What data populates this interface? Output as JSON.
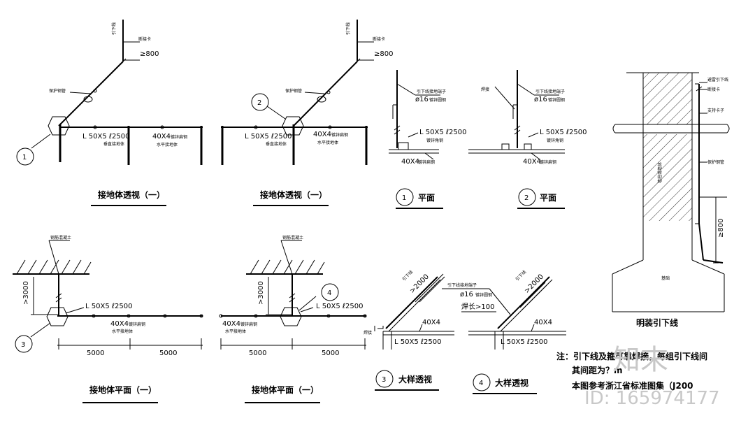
{
  "views": {
    "persp1": {
      "title": "接地体透视（一）",
      "num": "1",
      "gt800": "≥800",
      "angle": "L 50X5 ℓ2500",
      "flat": "40X4"
    },
    "persp2": {
      "title": "接地体透视（一）",
      "num": "2",
      "gt800": "≥800",
      "angle": "L 50X5 ℓ2500",
      "flat": "40X4"
    },
    "plan1": {
      "title": "平面",
      "num": "1",
      "phi": "ø16",
      "angle": "L 50X5 ℓ2500",
      "flat": "40X4"
    },
    "plan2": {
      "title": "平面",
      "num": "2",
      "phi": "ø16",
      "angle": "L 50X5 ℓ2500",
      "flat": "40X4"
    },
    "floor1": {
      "title": "接地体平面（一）",
      "num": "3",
      "dim_vert": ">3000",
      "angle": "L 50X5 ℓ2500",
      "flat": "40X4",
      "dim1": "5000",
      "dim2": "5000"
    },
    "floor2": {
      "title": "接地体平面（一）",
      "num": "4",
      "dim_vert": ">3000",
      "angle": "L 50X5 ℓ2500",
      "flat": "40X4",
      "dim1": "5000",
      "dim2": "5000"
    },
    "detail3": {
      "title": "大样透视",
      "num": "3",
      "gt2000": ">2000",
      "flat": "40X4",
      "angle": "L 50X5 ℓ2500"
    },
    "detail4": {
      "title": "大样透视",
      "num": "4",
      "gt2000": ">2000",
      "phi": "ø16",
      "weld": "焊长>100",
      "flat": "40X4",
      "angle": "L 50X5 ℓ2500"
    },
    "downlead": {
      "title": "明装引下线",
      "dim": "≥800"
    }
  },
  "notes": {
    "line1": "注：引下线及箍可靠焊接，每组引下线间",
    "line2": "其间距为？m",
    "line3": "本图参考浙江省标准图集（J200"
  },
  "watermark": {
    "logo": "知末",
    "id": "ID: 165974177"
  }
}
